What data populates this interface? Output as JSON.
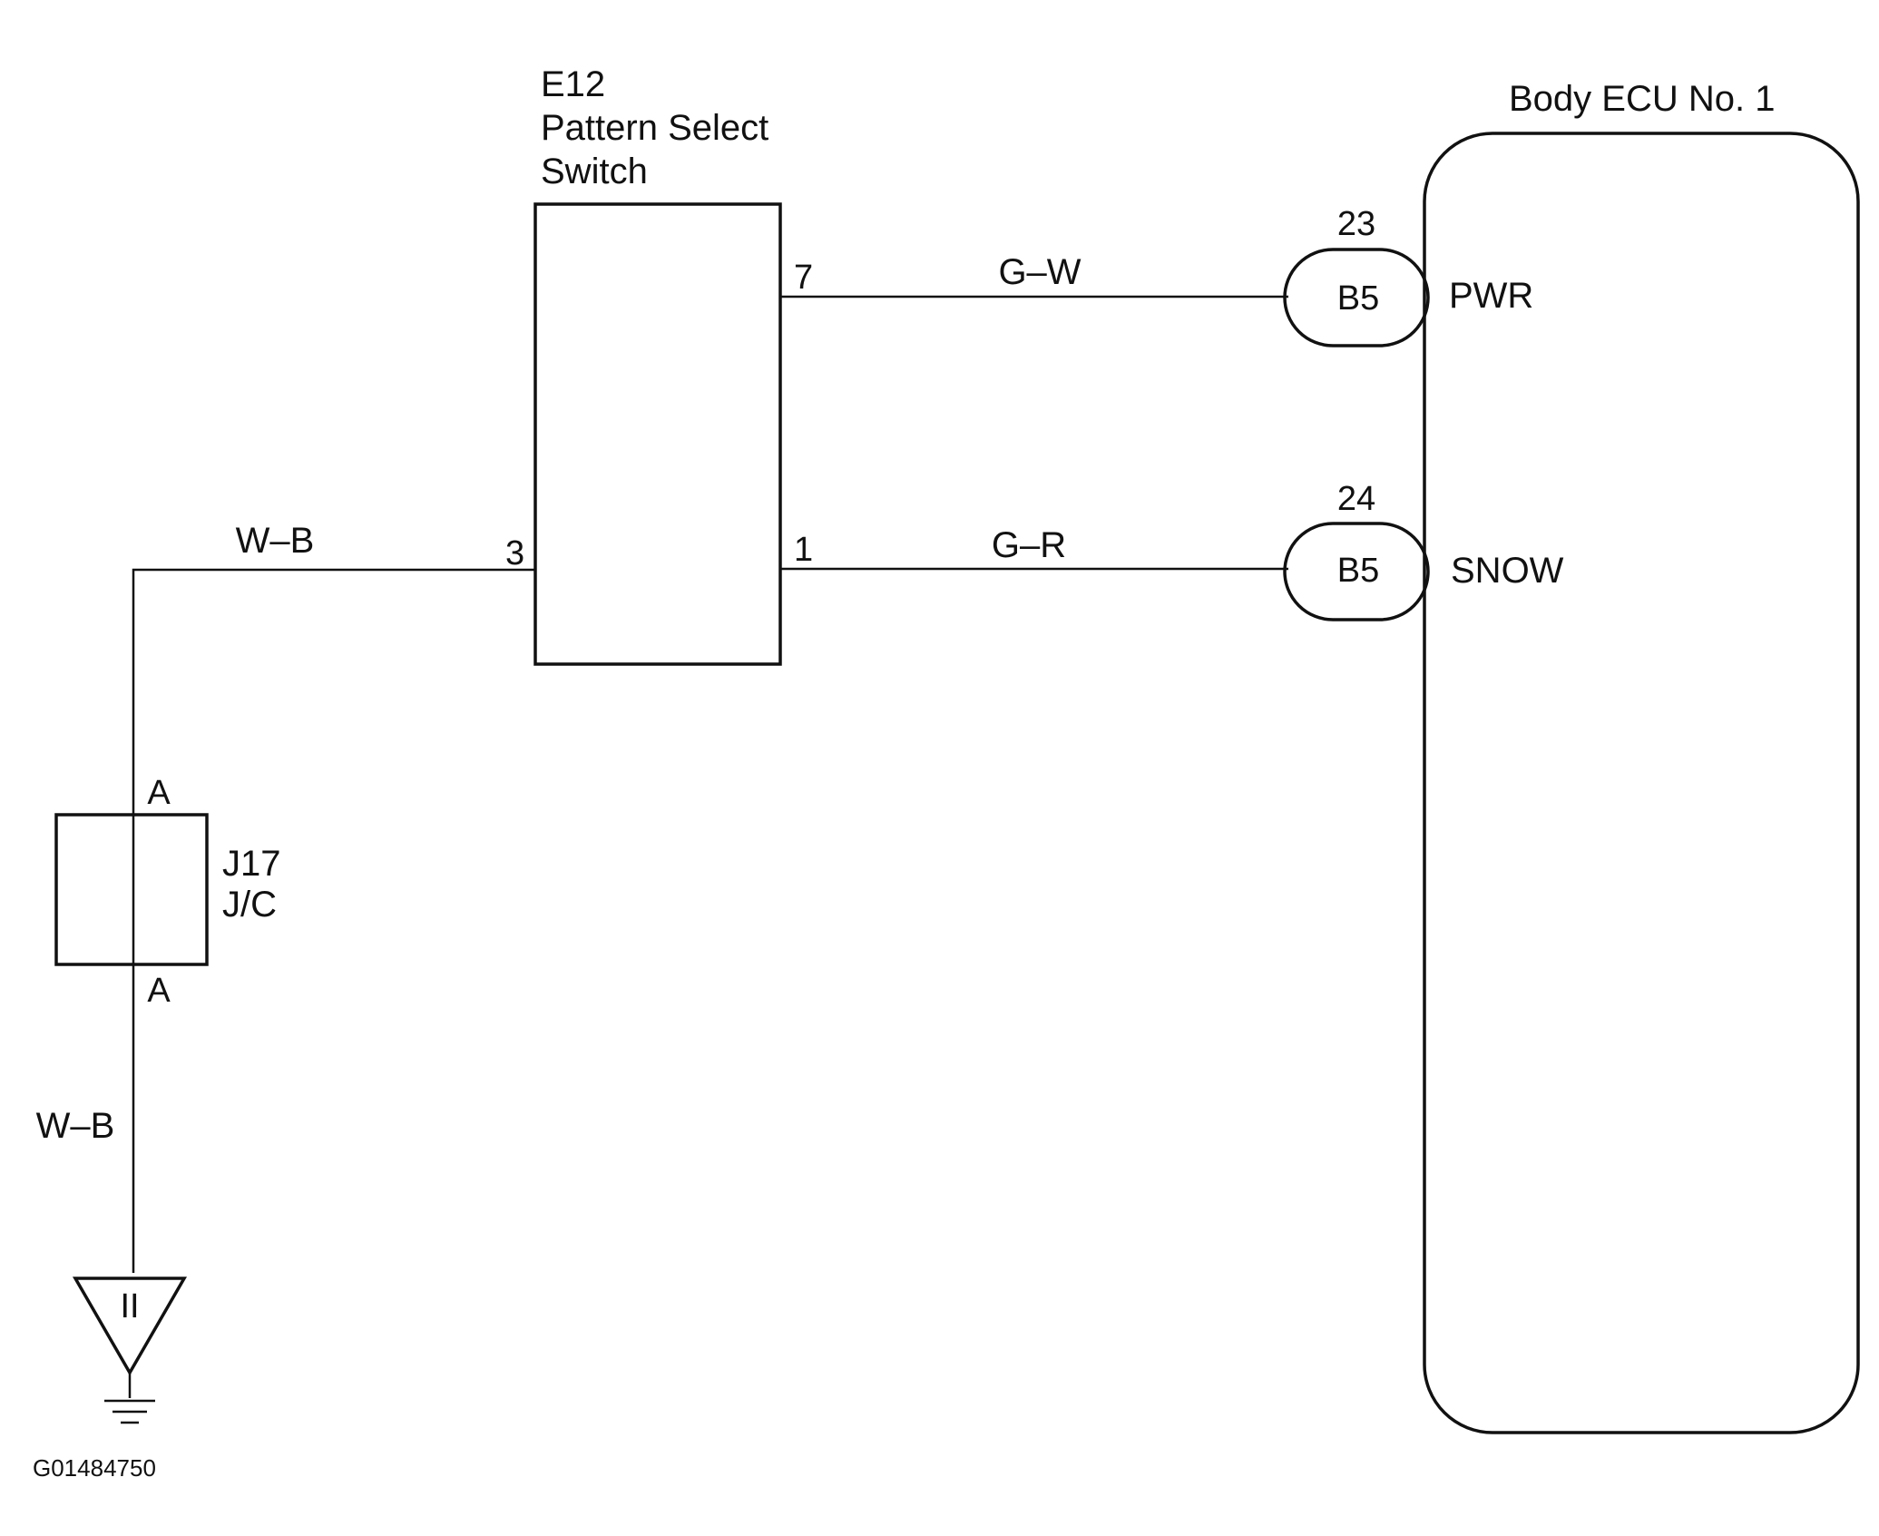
{
  "switch": {
    "code": "E12",
    "name_line1": "Pattern Select",
    "name_line2": "Switch",
    "pins": {
      "left": "3",
      "top_right": "7",
      "bottom_right": "1"
    }
  },
  "ecu": {
    "title": "Body ECU No. 1",
    "terminals": [
      {
        "pin": "23",
        "connector": "B5",
        "signal": "PWR"
      },
      {
        "pin": "24",
        "connector": "B5",
        "signal": "SNOW"
      }
    ]
  },
  "wires": {
    "pwr": "G–W",
    "snow": "G–R",
    "ground_top": "W–B",
    "ground_bottom": "W–B"
  },
  "junction": {
    "code": "J17",
    "name": "J/C",
    "pin_top": "A",
    "pin_bottom": "A"
  },
  "ground": {
    "label": "II"
  },
  "figure_id": "G01484750"
}
